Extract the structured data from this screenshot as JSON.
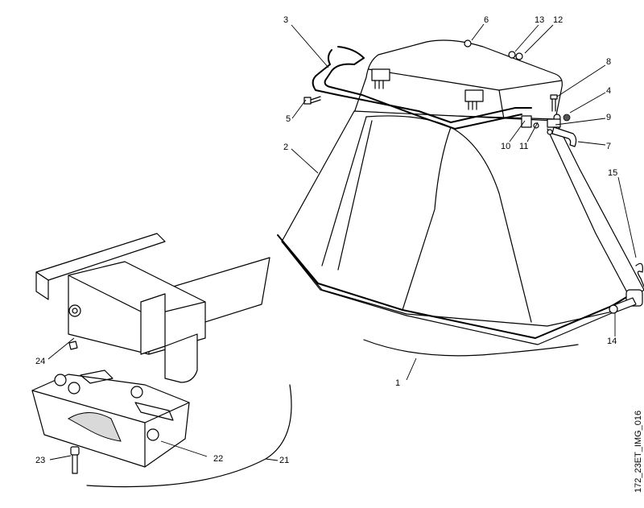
{
  "callouts": {
    "c1": "1",
    "c2": "2",
    "c3": "3",
    "c4": "4",
    "c5": "5",
    "c6": "6",
    "c7": "7",
    "c8": "8",
    "c9": "9",
    "c10": "10",
    "c11": "11",
    "c12": "12",
    "c13": "13",
    "c14": "14",
    "c15": "15",
    "c21": "21",
    "c22": "22",
    "c23": "23",
    "c24": "24"
  },
  "image_code": "172_23ET_IMG_016"
}
